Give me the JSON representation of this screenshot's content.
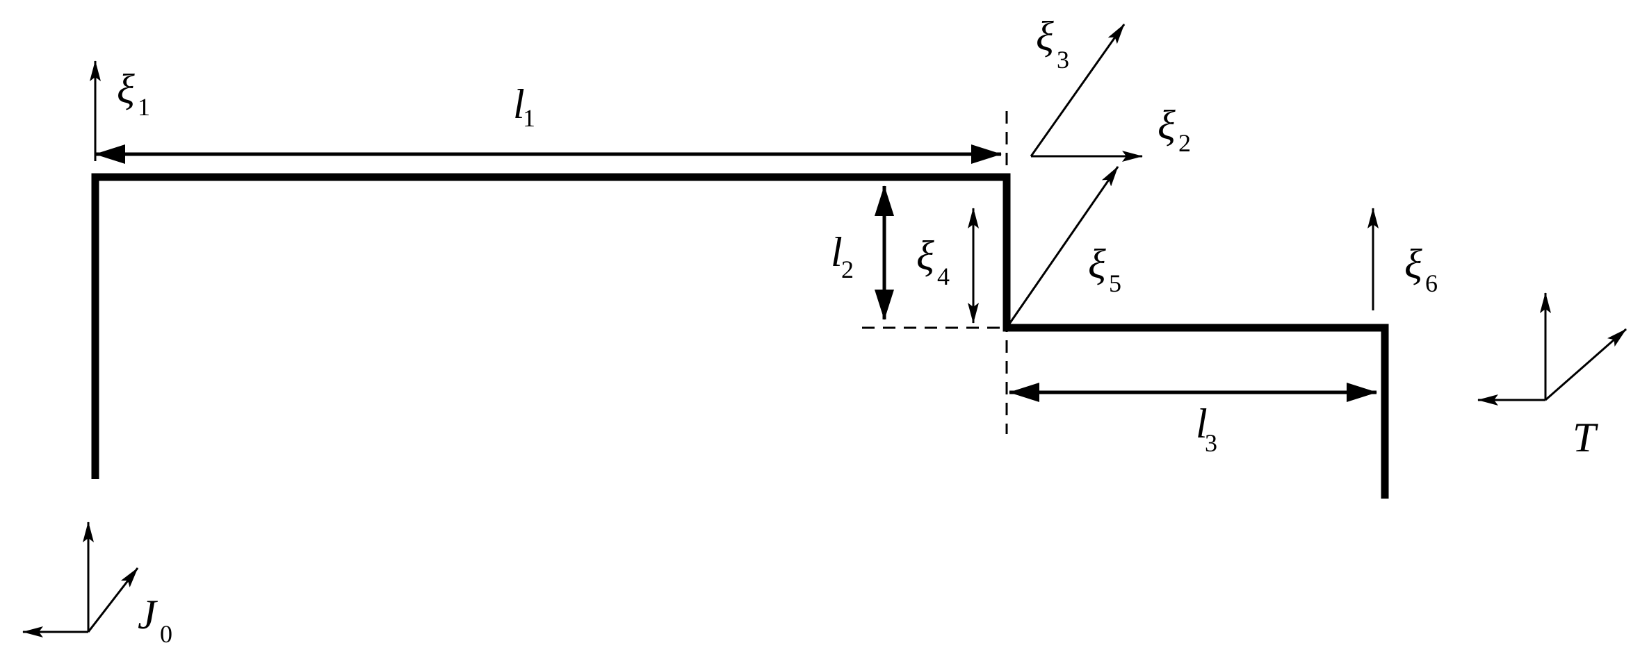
{
  "labels": {
    "xi": "ξ",
    "l": "l",
    "J": "J",
    "T": "T"
  },
  "subscripts": {
    "xi1": "1",
    "xi2": "2",
    "xi3": "3",
    "xi4": "4",
    "xi5": "5",
    "xi6": "6",
    "l1": "1",
    "l2": "2",
    "l3": "3",
    "J0": "0"
  }
}
